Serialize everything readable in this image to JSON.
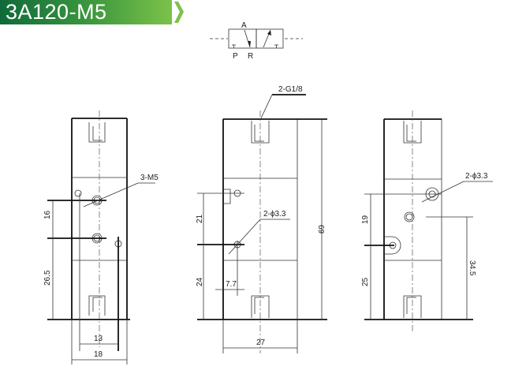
{
  "header": {
    "title": "3A120-M5",
    "accent_start": "#0f6a3a",
    "accent_end": "#7cc24a"
  },
  "symbol": {
    "port_a": "A",
    "port_p": "P",
    "port_r": "R"
  },
  "front_view": {
    "thread_callout": "3-M5",
    "dim_hole_spacing": "16",
    "dim_lower": "26.5",
    "dim_hole_width": "13",
    "dim_width": "18"
  },
  "side_view": {
    "port_callout": "2-G1/8",
    "mount_callout": "2-ϕ3.3",
    "dim_height": "69",
    "dim_upper": "21",
    "dim_lower": "24",
    "dim_offset": "7.7",
    "dim_width": "27"
  },
  "rear_view": {
    "mount_callout": "2-ϕ3.3",
    "dim_upper": "19",
    "dim_lower": "25",
    "dim_right": "34.5"
  }
}
